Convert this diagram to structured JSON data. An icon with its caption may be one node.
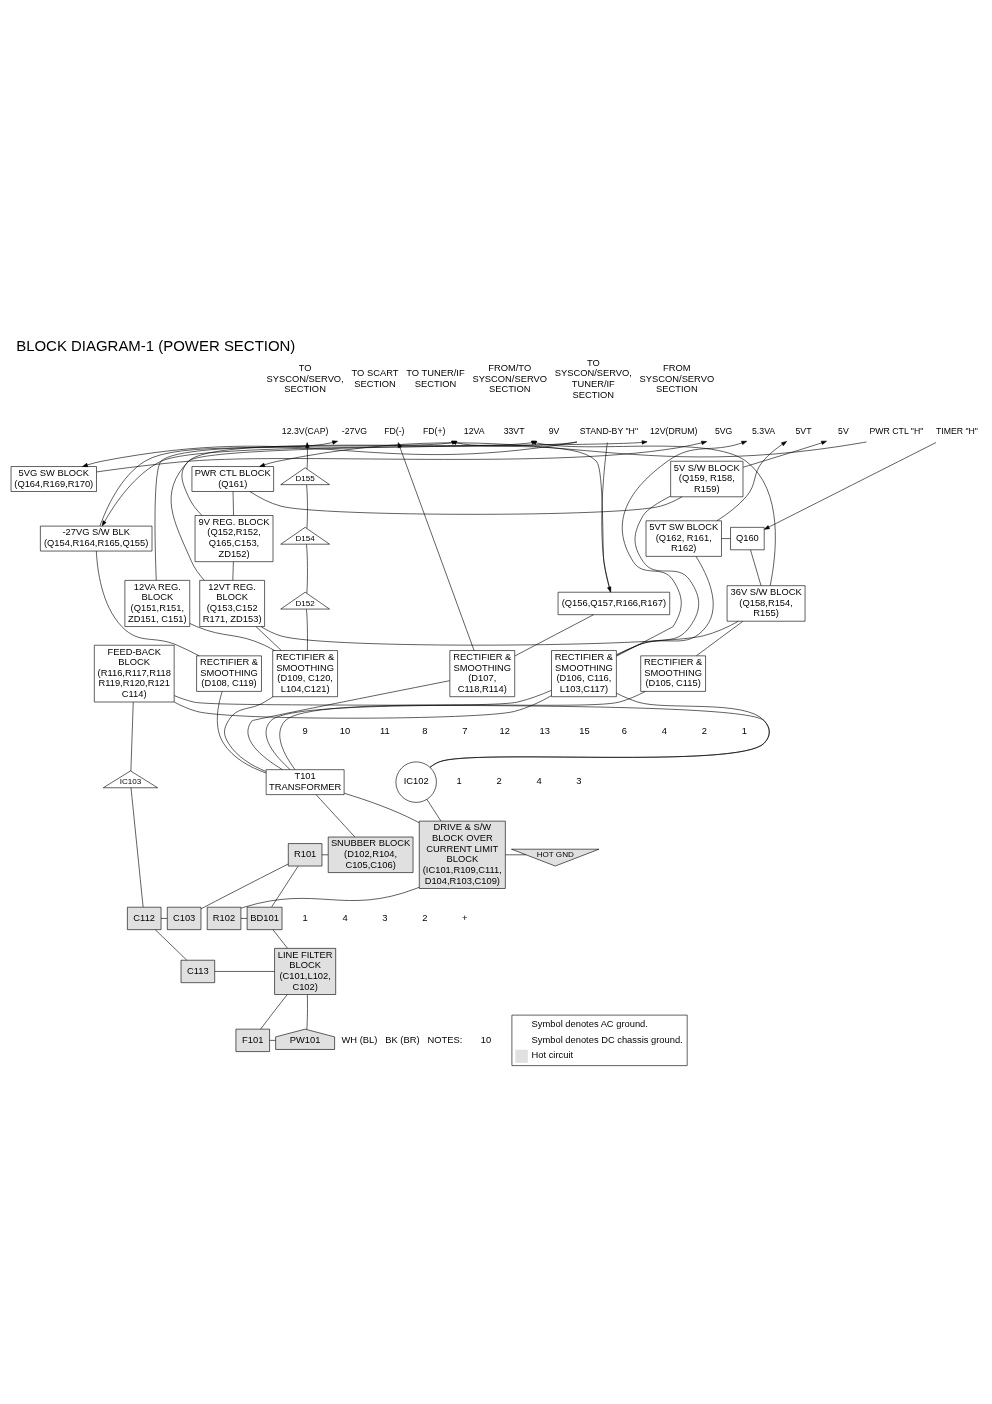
{
  "diagram": {
    "title": "BLOCK DIAGRAM-1 (POWER SECTION)",
    "nodes": [
      {
        "text": [
          "12.3V(CAP)"
        ]
      },
      {
        "text": [
          "-27VG"
        ]
      },
      {
        "text": [
          "FD(-)"
        ]
      },
      {
        "text": [
          "FD(+)"
        ]
      },
      {
        "text": [
          "12VA"
        ]
      },
      {
        "text": [
          "33VT"
        ]
      },
      {
        "text": [
          "9V"
        ]
      },
      {
        "text": [
          "STAND-BY \"H\""
        ]
      },
      {
        "text": [
          "12V(DRUM)"
        ]
      },
      {
        "text": [
          "5VG"
        ]
      },
      {
        "text": [
          "5.3VA"
        ]
      },
      {
        "text": [
          "5VT"
        ]
      },
      {
        "text": [
          "5V"
        ]
      },
      {
        "text": [
          "PWR CTL \"H\""
        ]
      },
      {
        "text": [
          "TIMER \"H\""
        ]
      },
      {
        "text": [
          "-27VG S/W BLK",
          "(Q154,R164,R165,Q155)"
        ]
      },
      {
        "text": [
          "(Q156,Q157,R166,R167)"
        ]
      },
      {
        "text": [
          "12VA REG. BLOCK",
          "(Q151,R151, ZD151, C151)"
        ]
      },
      {
        "text": [
          "9V REG. BLOCK",
          "(Q152,R152, Q165,C153, ZD152)"
        ]
      },
      {
        "text": [
          "5VG SW BLOCK",
          "(Q164,R169,R170)"
        ]
      },
      {
        "text": [
          "5V S/W BLOCK",
          "(Q159, R158, R159)"
        ]
      },
      {
        "text": [
          "PWR CTL BLOCK",
          "(Q161)"
        ]
      },
      {
        "text": [
          "Q160"
        ]
      },
      {
        "text": [
          "5VT SW BLOCK",
          "(Q162, R161, R162)"
        ]
      },
      {
        "text": [
          "12VT REG. BLOCK",
          "(Q153,C152 R171, ZD153)"
        ]
      },
      {
        "text": [
          "36V S/W BLOCK",
          "(Q158,R154, R155)"
        ]
      },
      {
        "text": [
          "RECTIFIER & SMOOTHING",
          "(D108, C119)"
        ]
      },
      {
        "text": [
          "RECTIFIER & SMOOTHING",
          "(D109, C120, L104,C121)"
        ]
      },
      {
        "text": [
          "RECTIFIER & SMOOTHING",
          "(D107, C118,R114)"
        ]
      },
      {
        "text": [
          "RECTIFIER & SMOOTHING",
          "(D106, C116, L103,C117)"
        ]
      },
      {
        "text": [
          "RECTIFIER & SMOOTHING",
          "(D105, C115)"
        ]
      },
      {
        "text": [
          "FEED-BACK BLOCK",
          "(R116,R117,R118 R119,R120,R121 C114)"
        ]
      },
      {
        "text": [
          "D152"
        ]
      },
      {
        "text": [
          "D154"
        ]
      },
      {
        "text": [
          "D155"
        ]
      },
      {
        "text": [
          "T101 TRANSFORMER"
        ]
      },
      {
        "text": [
          "IC102"
        ]
      },
      {
        "text": [
          "IC103"
        ]
      },
      {
        "text": [
          "SNUBBER BLOCK",
          "(D102,R104, C105,C106)"
        ]
      },
      {
        "text": [
          "DRIVE & S/W BLOCK OVER CURRENT LIMIT BLOCK",
          "(IC101,R109,C111, D104,R103,C109)"
        ]
      },
      {
        "text": [
          "C103"
        ]
      },
      {
        "text": [
          "R101"
        ]
      },
      {
        "text": [
          "BD101"
        ]
      },
      {
        "text": [
          "R102"
        ]
      },
      {
        "text": [
          "LINE FILTER BLOCK",
          "(C101,L102, C102)"
        ]
      },
      {
        "text": [
          "F101"
        ]
      },
      {
        "text": [
          "PW101"
        ]
      },
      {
        "text": [
          "C112"
        ]
      },
      {
        "text": [
          "C113"
        ]
      },
      {
        "text": [
          "HOT GND"
        ]
      }
    ],
    "edges": [
      {
        "from": 27,
        "to": 32,
        "arrow": "none"
      },
      {
        "from": 32,
        "to": 33,
        "arrow": "none"
      },
      {
        "from": 33,
        "to": 34,
        "arrow": "none"
      },
      {
        "from": 34,
        "to": 0,
        "arrow": "to"
      },
      {
        "from": 15,
        "to": 1,
        "arrow": "to"
      },
      {
        "from": 28,
        "to": 2,
        "arrow": "to"
      },
      {
        "from": 16,
        "to": 3,
        "arrow": "to"
      },
      {
        "from": 17,
        "to": 4,
        "arrow": "to"
      },
      {
        "from": 25,
        "to": 5,
        "arrow": "to"
      },
      {
        "from": 18,
        "to": 6,
        "arrow": "to"
      },
      {
        "from": 7,
        "to": 15,
        "arrow": "to"
      },
      {
        "from": 7,
        "to": 16,
        "arrow": "to"
      },
      {
        "from": 7,
        "to": 19,
        "arrow": "to"
      },
      {
        "from": 24,
        "to": 8,
        "arrow": "to"
      },
      {
        "from": 19,
        "to": 9,
        "arrow": "to"
      },
      {
        "from": 29,
        "to": 10,
        "arrow": "to"
      },
      {
        "from": 23,
        "to": 11,
        "arrow": "to"
      },
      {
        "from": 20,
        "to": 12,
        "arrow": "to"
      },
      {
        "from": 13,
        "to": 21,
        "arrow": "to"
      },
      {
        "from": 14,
        "to": 22,
        "arrow": "to"
      },
      {
        "from": 27,
        "to": 17,
        "arrow": "none"
      },
      {
        "from": 27,
        "to": 24,
        "arrow": "none"
      },
      {
        "from": 26,
        "to": 15,
        "arrow": "none"
      },
      {
        "from": 28,
        "to": 16,
        "arrow": "none"
      },
      {
        "from": 24,
        "to": 18,
        "arrow": "none"
      },
      {
        "from": 24,
        "to": 25,
        "arrow": "none"
      },
      {
        "from": 29,
        "to": 20,
        "arrow": "none"
      },
      {
        "from": 29,
        "to": 23,
        "arrow": "none"
      },
      {
        "from": 21,
        "to": 20,
        "arrow": "none"
      },
      {
        "from": 21,
        "to": 18,
        "arrow": "none"
      },
      {
        "from": 22,
        "to": 23,
        "arrow": "none"
      },
      {
        "from": 22,
        "to": 25,
        "arrow": "none"
      },
      {
        "from": 30,
        "to": 25,
        "arrow": "none"
      },
      {
        "from": 29,
        "to": 31,
        "arrow": "none"
      },
      {
        "from": 29,
        "to": 36,
        "arrow": "none"
      },
      {
        "from": 31,
        "to": 36,
        "arrow": "none"
      },
      {
        "from": 31,
        "to": 37,
        "arrow": "none"
      },
      {
        "from": 35,
        "to": 27,
        "arrow": "none"
      },
      {
        "from": 35,
        "to": 26,
        "arrow": "none"
      },
      {
        "from": 35,
        "to": 28,
        "arrow": "none"
      },
      {
        "from": 35,
        "to": 29,
        "arrow": "none"
      },
      {
        "from": 35,
        "to": 30,
        "arrow": "none"
      },
      {
        "from": 38,
        "to": 35,
        "arrow": "none"
      },
      {
        "from": 39,
        "to": 35,
        "arrow": "none"
      },
      {
        "from": 36,
        "to": 39,
        "arrow": "none"
      },
      {
        "from": 39,
        "to": 49,
        "arrow": "none"
      },
      {
        "from": 46,
        "to": 44,
        "arrow": "none"
      },
      {
        "from": 46,
        "to": 45,
        "arrow": "none"
      },
      {
        "from": 45,
        "to": 44,
        "arrow": "none"
      },
      {
        "from": 44,
        "to": 42,
        "arrow": "none"
      },
      {
        "from": 44,
        "to": 48,
        "arrow": "none"
      },
      {
        "from": 42,
        "to": 41,
        "arrow": "none"
      },
      {
        "from": 41,
        "to": 38,
        "arrow": "none"
      },
      {
        "from": 41,
        "to": 40,
        "arrow": "none"
      },
      {
        "from": 40,
        "to": 47,
        "arrow": "none"
      },
      {
        "from": 43,
        "to": 42,
        "arrow": "none"
      },
      {
        "from": 39,
        "to": 43,
        "arrow": "none"
      },
      {
        "from": 47,
        "to": 37,
        "arrow": "none"
      },
      {
        "from": 48,
        "to": 47,
        "arrow": "none"
      }
    ],
    "labels": [
      "TO SYSCON/SERVO, SECTION",
      "TO SCART SECTION",
      "TO TUNER/IF SECTION",
      "FROM/TO SYSCON/SERVO SECTION",
      "TO SYSCON/SERVO, TUNER/IF SECTION",
      "FROM SYSCON/SERVO SECTION",
      "9",
      "10",
      "11",
      "8",
      "7",
      "12",
      "13",
      "15",
      "6",
      "4",
      "2",
      "1",
      "1",
      "2",
      "4",
      "3",
      "1",
      "4",
      "3",
      "2",
      "+",
      "WH (BL)",
      "BK (BR)",
      "NOTES:",
      "10"
    ],
    "legend": [
      {
        "text": "Symbol denotes AC ground."
      },
      {
        "text": "Symbol denotes DC chassis ground."
      },
      {
        "text": "Hot circuit",
        "color": "#e0e0e0"
      }
    ]
  }
}
